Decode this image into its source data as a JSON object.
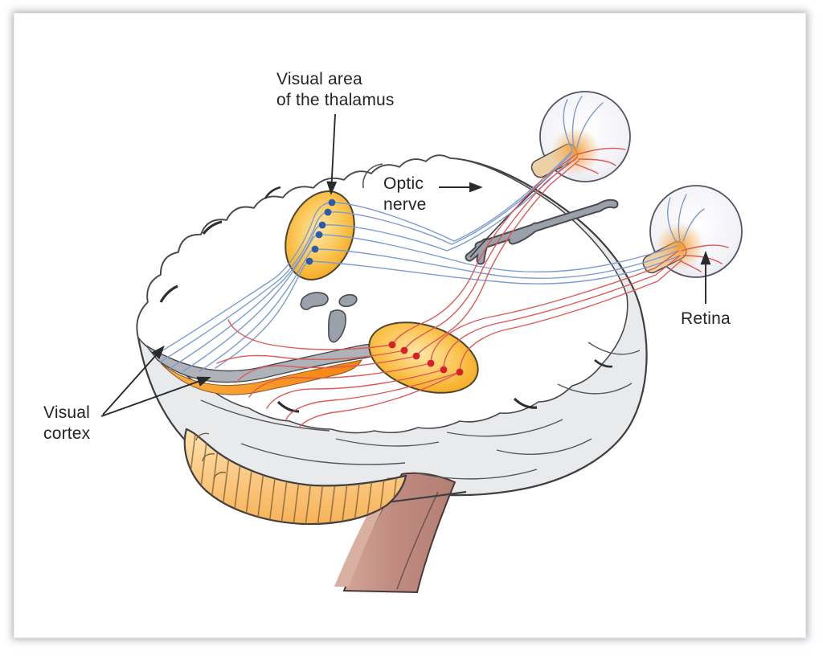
{
  "figure": {
    "kind": "anatomical illustration",
    "labels": {
      "thalamus": {
        "line1": "Visual area",
        "line2": "of the thalamus"
      },
      "optic_nerve": {
        "line1": "Optic",
        "line2": "nerve"
      },
      "retina": {
        "text": "Retina"
      },
      "visual_cortex": {
        "line1": "Visual",
        "line2": "cortex"
      }
    },
    "counts": {
      "thalamus_upper_blue_dots": 6,
      "thalamus_lower_red_dots": 6,
      "eyes": 2
    },
    "structures": [
      "brain-hemisphere-cut-surface",
      "visual-area-of-thalamus-upper",
      "visual-area-of-thalamus-lower",
      "optic-nerve-bundles",
      "retina-left-eye",
      "retina-right-eye",
      "visual-cortex-fiber-fans",
      "cerebellum",
      "brainstem",
      "ventricles",
      "vessel"
    ],
    "colors": {
      "thalamus_edge": "#f3a312",
      "thalamus_center": "#fee199",
      "blue_dot": "#2e5ba8",
      "red_dot": "#d6202a",
      "blue_fiber": "#7b9cd0",
      "red_fiber": "#dd5a56",
      "brain_gray": "#e9eaec",
      "cut_band_gray": "#aeb3ba",
      "cortex_strip_orange": "#f58220",
      "cerebellum_orange": "#f9bd6e",
      "brainstem_rose": "#c08b80",
      "eye_fill": "#f4f4f8",
      "outline_dark": "#3f3f42",
      "label_text": "#242424"
    }
  }
}
